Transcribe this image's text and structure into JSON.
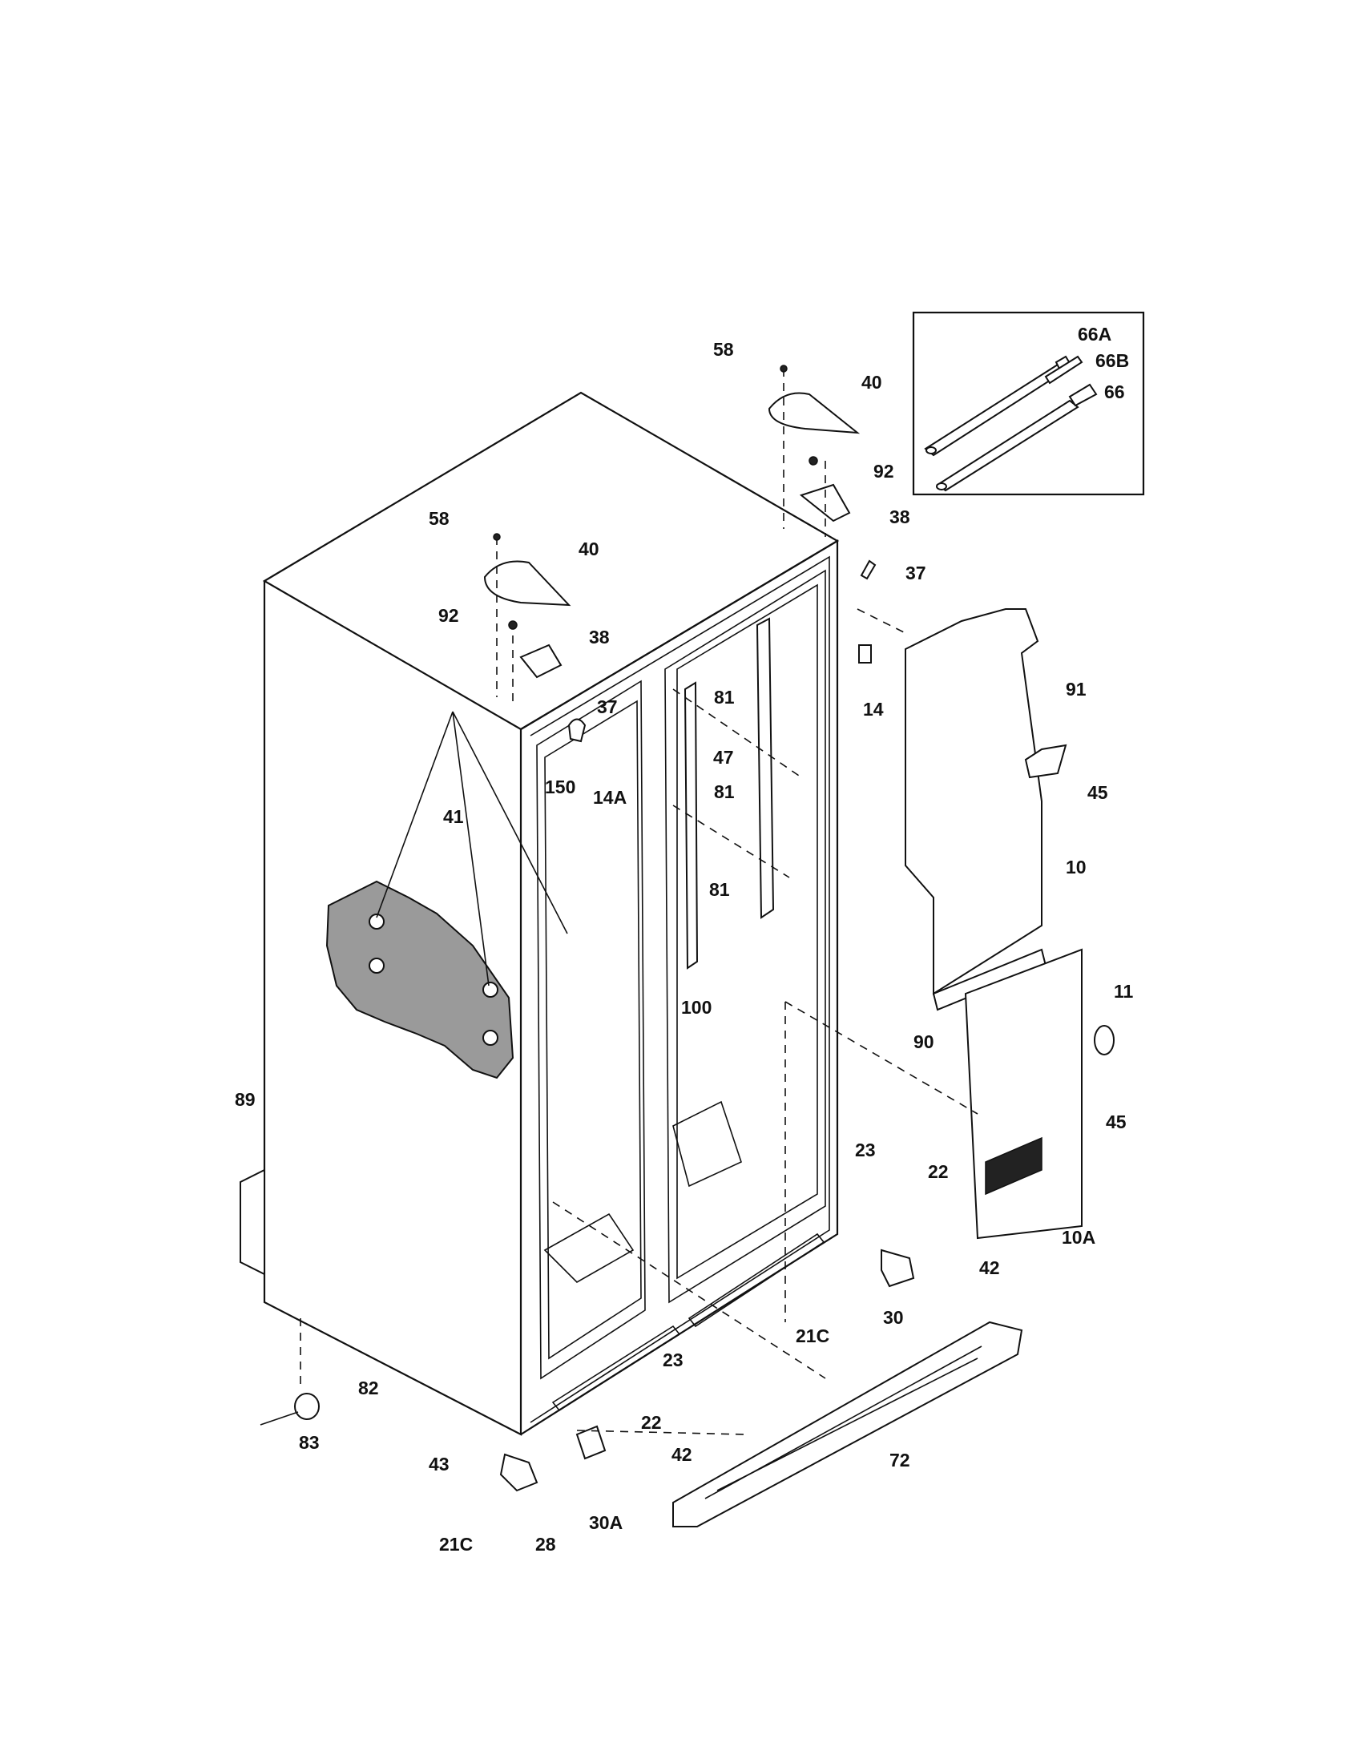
{
  "diagram": {
    "part_labels": [
      "66A",
      "66B",
      "66",
      "58",
      "40",
      "92",
      "38",
      "37",
      "58",
      "40",
      "92",
      "38",
      "37",
      "81",
      "47",
      "81",
      "150",
      "14A",
      "14",
      "91",
      "45",
      "10",
      "41",
      "81",
      "100",
      "11",
      "90",
      "45",
      "89",
      "23",
      "22",
      "42",
      "10A",
      "30",
      "21C",
      "82",
      "83",
      "23",
      "22",
      "42",
      "72",
      "43",
      "30A",
      "21C",
      "28"
    ]
  }
}
